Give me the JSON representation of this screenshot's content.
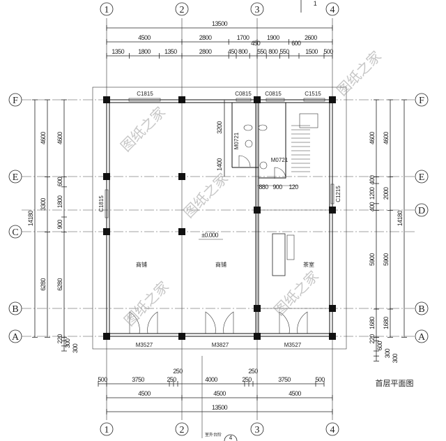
{
  "drawing": {
    "title": "首层平面图",
    "elevation": "±0.000",
    "section_mark_label": "室外台阶",
    "section_mark_number": "4",
    "top_fragment": "1",
    "watermark": "图纸之家"
  },
  "axes": {
    "vertical": [
      "1",
      "2",
      "3",
      "4"
    ],
    "horizontal": [
      "F",
      "E",
      "D",
      "C",
      "B",
      "A"
    ]
  },
  "dims": {
    "top_total": [
      "13500"
    ],
    "top_row2": [
      "4500",
      "2800",
      "1700",
      "1900",
      "2600"
    ],
    "top_row3": [
      "1350",
      "1800",
      "1350",
      "2800",
      "450",
      "800",
      "450",
      "550",
      "800",
      "550",
      "600",
      "1500",
      "500"
    ],
    "bottom_row1": [
      "500",
      "3750",
      "250",
      "250",
      "4000",
      "250",
      "250",
      "3750",
      "500"
    ],
    "bottom_row2": [
      "4500",
      "4500",
      "4500"
    ],
    "bottom_total": [
      "13500"
    ],
    "left_total": [
      "14180"
    ],
    "left_axes": [
      "4600",
      "3300",
      "6280"
    ],
    "left_detail": [
      "4600",
      "600",
      "1800",
      "900",
      "6280"
    ],
    "left_below": [
      "220",
      "300",
      "300"
    ],
    "right_total": [
      "14180"
    ],
    "right_axes": [
      "4600",
      "2000",
      "5900",
      "1680"
    ],
    "right_detail": [
      "4600",
      "400",
      "1200",
      "400",
      "5900",
      "1680"
    ],
    "right_below": [
      "220",
      "600",
      "300",
      "300"
    ],
    "interior": [
      "3200",
      "1400",
      "880",
      "900",
      "120"
    ]
  },
  "openings": {
    "windows_top": [
      "C1815",
      "C0815",
      "C0815",
      "C1515"
    ],
    "window_left": "C1815",
    "window_right": "C1215",
    "doors_bottom": [
      "M3527",
      "M3827",
      "M3527"
    ],
    "doors_wc": [
      "M0721",
      "M0721"
    ]
  },
  "rooms": [
    "商铺",
    "商铺",
    "茶室"
  ]
}
